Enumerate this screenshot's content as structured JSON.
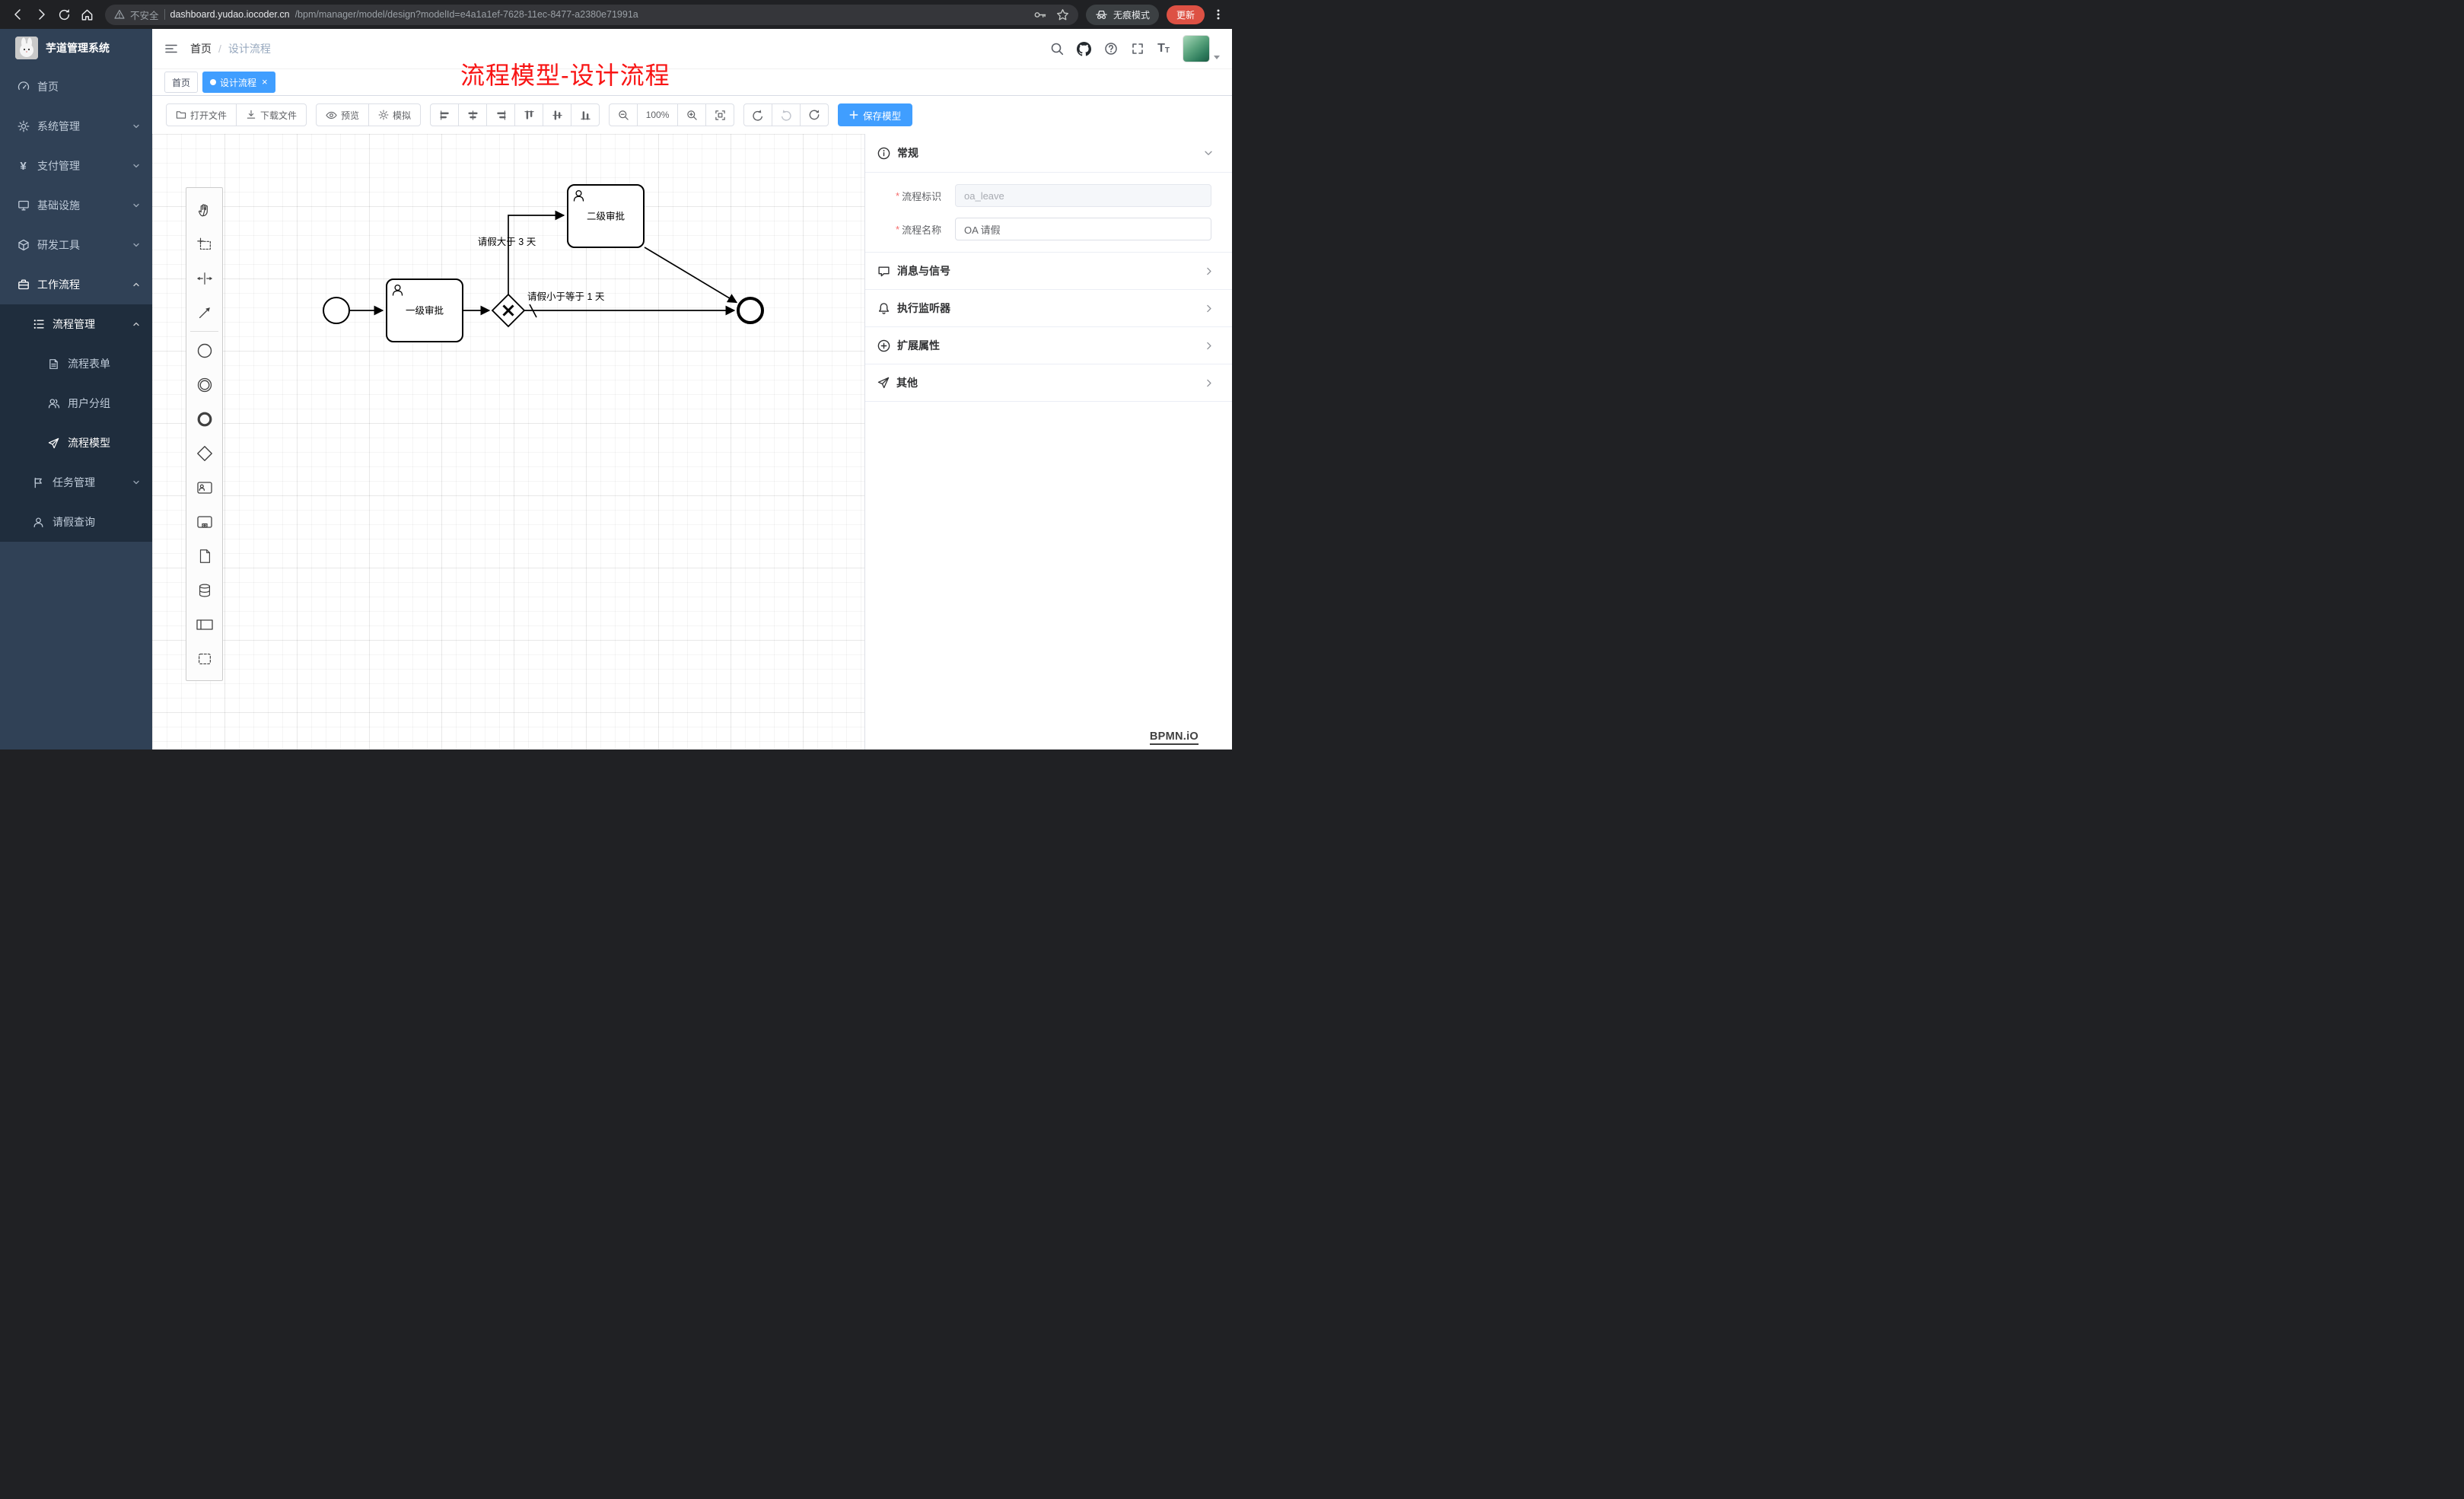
{
  "colors": {
    "primary": "#409eff",
    "sidebar_bg": "#304156",
    "submenu_bg": "#1f2d3d",
    "annotation_red": "#f81414",
    "update_button_red": "#dd5144"
  },
  "browser": {
    "security": "不安全",
    "url_host": "dashboard.yudao.iocoder.cn",
    "url_path": "/bpm/manager/model/design?modelId=e4a1a1ef-7628-11ec-8477-a2380e71991a",
    "incognito": "无痕模式",
    "update": "更新"
  },
  "sidebar": {
    "logo": "芋道管理系统",
    "items": [
      {
        "label": "首页"
      },
      {
        "label": "系统管理"
      },
      {
        "label": "支付管理"
      },
      {
        "label": "基础设施"
      },
      {
        "label": "研发工具"
      },
      {
        "label": "工作流程"
      },
      {
        "label": "流程管理"
      },
      {
        "label": "流程表单"
      },
      {
        "label": "用户分组"
      },
      {
        "label": "流程模型"
      },
      {
        "label": "任务管理"
      },
      {
        "label": "请假查询"
      }
    ]
  },
  "header": {
    "breadcrumb_home": "首页",
    "breadcrumb_current": "设计流程",
    "annotation": "流程模型-设计流程"
  },
  "tabs": {
    "home": "首页",
    "design": "设计流程"
  },
  "toolbar": {
    "open": "打开文件",
    "download": "下载文件",
    "preview": "预览",
    "simulate": "模拟",
    "zoom": "100%",
    "save": "保存模型"
  },
  "palette_tools": [
    "hand-tool",
    "lasso-tool",
    "space-tool",
    "connect-tool",
    "start-event",
    "intermediate-event",
    "end-event",
    "gateway",
    "user-task",
    "subprocess",
    "data-object",
    "data-store",
    "participant",
    "group"
  ],
  "diagram": {
    "tasks": [
      {
        "label": "一级审批"
      },
      {
        "label": "二级审批"
      }
    ],
    "flows": [
      {
        "label": "请假大于 3 天"
      },
      {
        "label": "请假小于等于 1 天"
      }
    ]
  },
  "panel": {
    "general": {
      "title": "常规"
    },
    "fields": [
      {
        "label": "流程标识",
        "value": "oa_leave",
        "required": true
      },
      {
        "label": "流程名称",
        "value": "OA 请假",
        "required": true
      }
    ],
    "sections": [
      {
        "title": "消息与信号"
      },
      {
        "title": "执行监听器"
      },
      {
        "title": "扩展属性"
      },
      {
        "title": "其他"
      }
    ]
  },
  "watermark": "BPMN.iO"
}
